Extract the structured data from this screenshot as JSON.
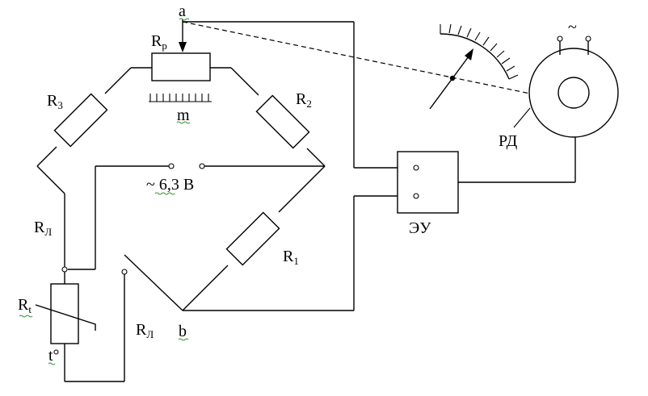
{
  "labels": {
    "node_a": "a",
    "node_b": "b",
    "rp_main": "R",
    "rp_sub": "p",
    "scale_m": "m",
    "r3_main": "R",
    "r3_sub": "3",
    "r2_main": "R",
    "r2_sub": "2",
    "r1_main": "R",
    "r1_sub": "1",
    "rl_left_main": "R",
    "rl_left_sub": "Л",
    "rl_bottom_main": "R",
    "rl_bottom_sub": "Л",
    "rt_main": "R",
    "rt_sub": "t",
    "temp": "t°",
    "supply": "~ 6,3 В",
    "amplifier": "ЭУ",
    "motor": "РД",
    "ac_symbol": "~"
  }
}
